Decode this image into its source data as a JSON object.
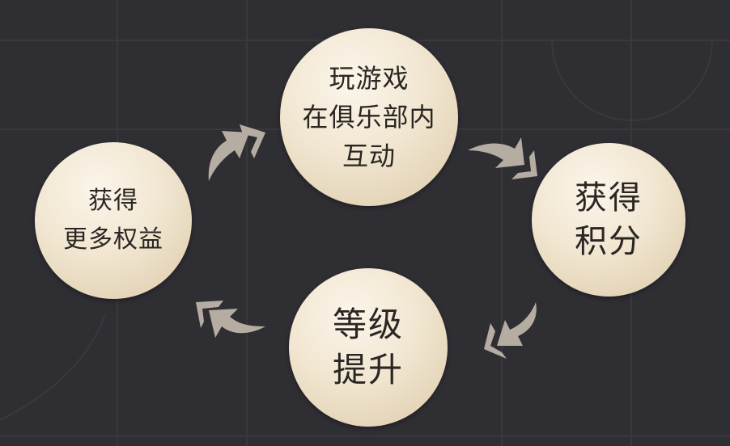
{
  "diagram": {
    "type": "cycle",
    "direction": "clockwise",
    "colors": {
      "background": "#2f2e33",
      "node_fill_light": "#fbf5ea",
      "node_fill_dark": "#dccaa8",
      "node_text": "#2a2622",
      "arrow": "#b5ada2",
      "grid_line": "#3a383d"
    },
    "nodes": [
      {
        "id": "top",
        "lines": [
          "玩游戏",
          "在俱乐部内",
          "互动"
        ]
      },
      {
        "id": "right",
        "lines": [
          "获得",
          "积分"
        ]
      },
      {
        "id": "bottom",
        "lines": [
          "等级",
          "提升"
        ]
      },
      {
        "id": "left",
        "lines": [
          "获得",
          "更多权益"
        ]
      }
    ],
    "edges": [
      {
        "from": "left",
        "to": "top",
        "icon": "curved-arrow-up-right-icon"
      },
      {
        "from": "top",
        "to": "right",
        "icon": "curved-arrow-down-right-icon"
      },
      {
        "from": "right",
        "to": "bottom",
        "icon": "curved-arrow-down-left-icon"
      },
      {
        "from": "bottom",
        "to": "left",
        "icon": "curved-arrow-up-left-icon"
      }
    ]
  }
}
